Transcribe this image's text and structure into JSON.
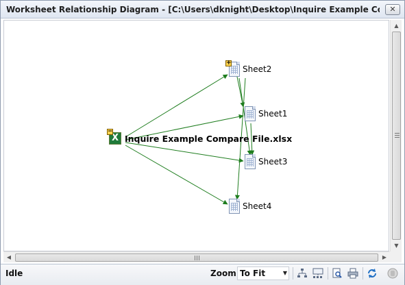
{
  "window": {
    "title": "Worksheet Relationship Diagram - [C:\\Users\\dknight\\Desktop\\Inquire Example Compare File.xls...",
    "close_glyph": "✕"
  },
  "diagram": {
    "root": {
      "label": "Inquire Example Compare File.xlsx",
      "icon": "excel-workbook-icon",
      "expand_state": "−"
    },
    "sheets": [
      {
        "id": "sheet2",
        "label": "Sheet2",
        "expand_state": "+"
      },
      {
        "id": "sheet1",
        "label": "Sheet1"
      },
      {
        "id": "sheet3",
        "label": "Sheet3"
      },
      {
        "id": "sheet4",
        "label": "Sheet4"
      }
    ],
    "edges": [
      [
        "root",
        "sheet2"
      ],
      [
        "root",
        "sheet1"
      ],
      [
        "root",
        "sheet3"
      ],
      [
        "root",
        "sheet4"
      ],
      [
        "sheet2",
        "sheet1"
      ],
      [
        "sheet2",
        "sheet3"
      ],
      [
        "sheet2",
        "sheet4"
      ],
      [
        "sheet1",
        "sheet3"
      ]
    ],
    "edge_color": "#1e7d1e"
  },
  "statusbar": {
    "status": "Idle",
    "zoom_label": "Zoom:",
    "zoom_value": "To Fit",
    "tools": [
      "hierarchy-layout-icon",
      "organic-layout-icon",
      "print-preview-icon",
      "print-icon",
      "refresh-icon",
      "stop-icon"
    ]
  },
  "scrollbars": {
    "vertical": "vertical-scrollbar",
    "horizontal": "horizontal-scrollbar"
  }
}
